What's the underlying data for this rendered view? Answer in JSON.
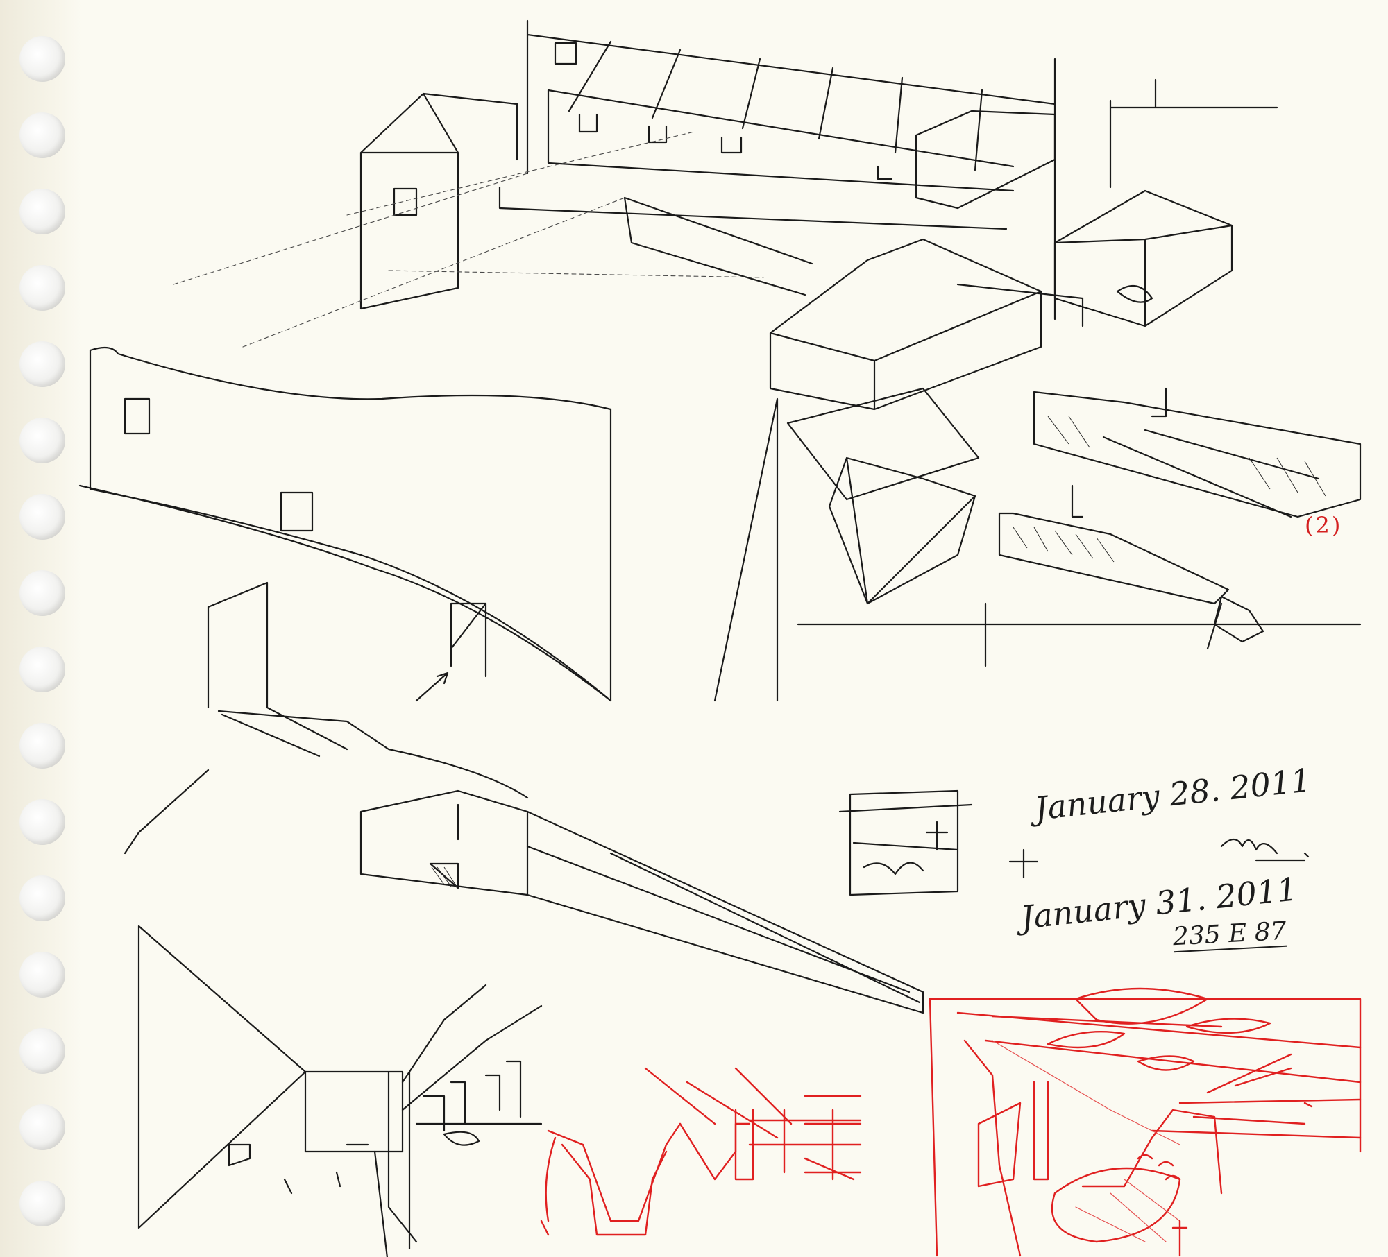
{
  "annotations": {
    "date_first": "January 28. 2011",
    "date_second": "January 31. 2011",
    "reference_code": "235 E 87",
    "page_number": "(2)"
  },
  "signature": "initials",
  "colors": {
    "paper": "#fbfaf2",
    "ink_black": "#1a1a1a",
    "ink_red": "#e02020"
  }
}
